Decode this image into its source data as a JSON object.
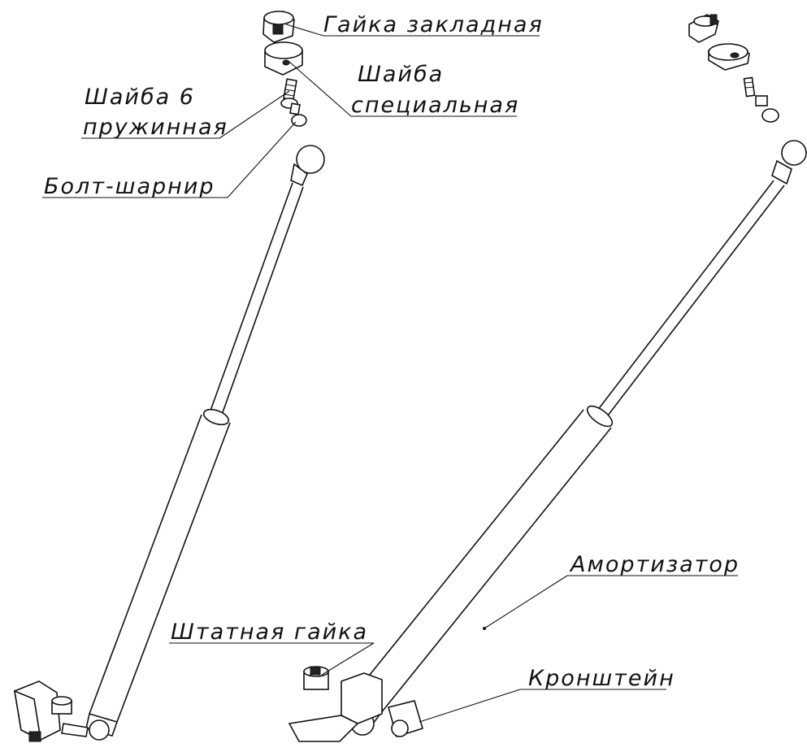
{
  "labels": {
    "embedded_nut": "Гайка закладная",
    "special_washer_line1": "Шайба",
    "special_washer_line2": "специальная",
    "spring_washer_line1": "Шайба 6",
    "spring_washer_line2": "пружинная",
    "ball_bolt": "Болт-шарнир",
    "gas_strut": "Амортизатор",
    "standard_nut": "Штатная гайка",
    "bracket": "Кронштейн"
  },
  "colors": {
    "ink": "#111111",
    "background": "#ffffff"
  }
}
